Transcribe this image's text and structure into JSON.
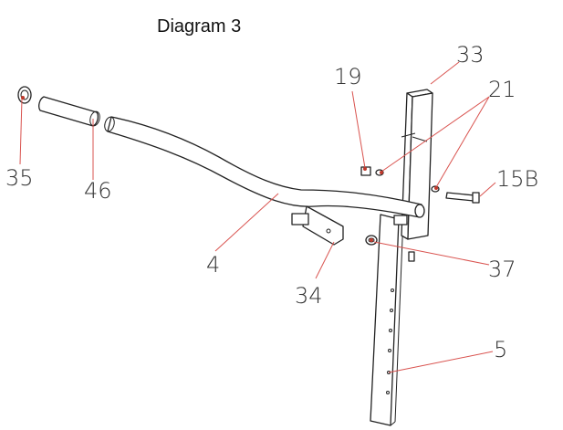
{
  "title": "Diagram 3",
  "colors": {
    "leader": "#d9534f",
    "line": "#222222"
  },
  "callouts": [
    {
      "id": "33",
      "label": "33"
    },
    {
      "id": "19",
      "label": "19"
    },
    {
      "id": "21",
      "label": "21"
    },
    {
      "id": "15B",
      "label": "15B"
    },
    {
      "id": "35",
      "label": "35"
    },
    {
      "id": "46",
      "label": "46"
    },
    {
      "id": "4",
      "label": "4"
    },
    {
      "id": "34",
      "label": "34"
    },
    {
      "id": "37",
      "label": "37"
    },
    {
      "id": "5",
      "label": "5"
    }
  ]
}
